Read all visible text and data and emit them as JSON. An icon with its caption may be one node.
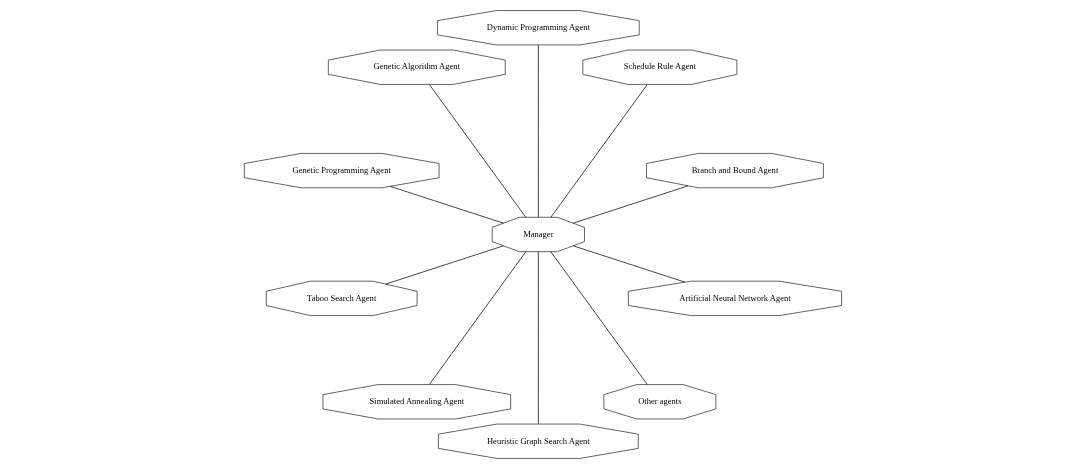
{
  "diagram": {
    "nodes": [
      {
        "text": [
          "Branch and Bound Agent"
        ]
      },
      {
        "text": [
          "Schedule Rule Agent"
        ]
      },
      {
        "text": [
          "Dynamic Programming Agent"
        ]
      },
      {
        "text": [
          "Genetic Algorithm Agent"
        ]
      },
      {
        "text": [
          "Manager"
        ]
      },
      {
        "text": [
          "Genetic Programming Agent"
        ]
      },
      {
        "text": [
          "Taboo Search Agent"
        ]
      },
      {
        "text": [
          "Simulated Annealing Agent"
        ]
      },
      {
        "text": [
          "Heuristic Graph Search Agent"
        ]
      },
      {
        "text": [
          "Other agents"
        ]
      },
      {
        "text": [
          "Artificial Neural Network Agent"
        ]
      }
    ],
    "edges": [
      {
        "from": 4,
        "to": 0,
        "arrow": "none"
      },
      {
        "from": 4,
        "to": 1,
        "arrow": "none"
      },
      {
        "from": 4,
        "to": 2,
        "arrow": "none"
      },
      {
        "from": 4,
        "to": 3,
        "arrow": "none"
      },
      {
        "from": 4,
        "to": 5,
        "arrow": "none"
      },
      {
        "from": 4,
        "to": 6,
        "arrow": "none"
      },
      {
        "from": 4,
        "to": 7,
        "arrow": "none"
      },
      {
        "from": 4,
        "to": 8,
        "arrow": "none"
      },
      {
        "from": 4,
        "to": 9,
        "arrow": "none"
      },
      {
        "from": 4,
        "to": 10,
        "arrow": "none"
      }
    ]
  }
}
